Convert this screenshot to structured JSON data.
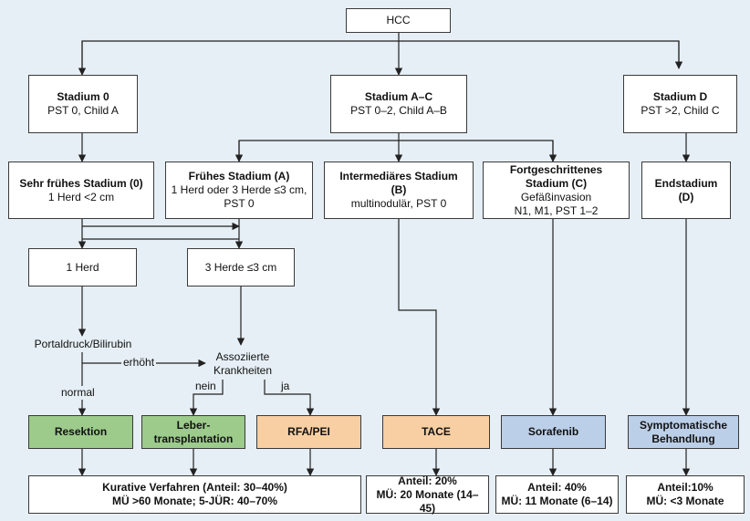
{
  "root": {
    "title": "HCC"
  },
  "stages": {
    "s0": {
      "title": "Stadium 0",
      "sub": "PST 0, Child A"
    },
    "sac": {
      "title": "Stadium A–C",
      "sub": "PST 0–2, Child A–B"
    },
    "sd": {
      "title": "Stadium D",
      "sub": "PST >2, Child C"
    }
  },
  "substages": {
    "very_early": {
      "title": "Sehr frühes Stadium (0)",
      "sub": "1 Herd <2 cm"
    },
    "early": {
      "title": "Frühes Stadium (A)",
      "sub1": "1 Herd oder 3 Herde ≤3 cm,",
      "sub2": "PST 0"
    },
    "intermediate": {
      "title1": "Intermediäres Stadium",
      "title2": "(B)",
      "sub": "multinodulär, PST 0"
    },
    "advanced": {
      "title1": "Fortgeschrittenes",
      "title2": "Stadium (C)",
      "sub1": "Gefäßinvasion",
      "sub2": "N1, M1, PST 1–2"
    },
    "end": {
      "title1": "Endstadium",
      "title2": "(D)"
    }
  },
  "nodes": {
    "one_focus": "1 Herd",
    "three_foci": "3 Herde ≤3 cm",
    "portal": "Portaldruck/Bilirubin",
    "assoc1": "Assoziierte",
    "assoc2": "Krankheiten"
  },
  "edge_labels": {
    "elevated": "erhöht",
    "normal": "normal",
    "no": "nein",
    "yes": "ja"
  },
  "treatments": {
    "resection": "Resektion",
    "transplant1": "Leber-",
    "transplant2": "transplantation",
    "rfa": "RFA/PEI",
    "tace": "TACE",
    "sorafenib": "Sorafenib",
    "symptomatic1": "Symptomatische",
    "symptomatic2": "Behandlung"
  },
  "outcomes": {
    "curative1": "Kurative Verfahren (Anteil: 30–40%)",
    "curative2": "MÜ >60 Monate; 5-JÜR: 40–70%",
    "tace1": "Anteil: 20%",
    "tace2": "MÜ: 20 Monate (14–45)",
    "sora1": "Anteil: 40%",
    "sora2": "MÜ: 11 Monate (6–14)",
    "symp1": "Anteil:10%",
    "symp2": "MÜ: <3 Monate"
  },
  "colors": {
    "background": "#e6eff5",
    "line": "#222222",
    "green": "#9ccb8c",
    "orange": "#f8cfa3",
    "blue": "#bccfe8"
  }
}
